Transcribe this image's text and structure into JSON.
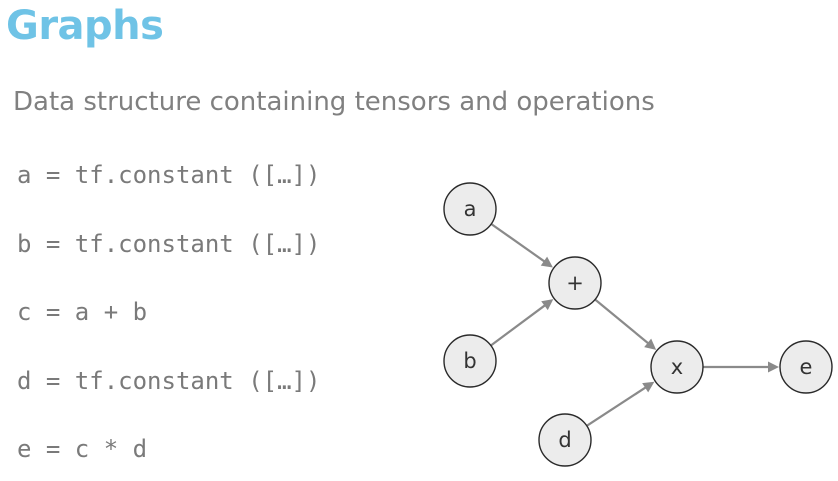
{
  "title": "Graphs",
  "subtitle": "Data structure containing tensors and operations",
  "code_lines": [
    "a = tf.constant ([…])",
    "b = tf.constant ([…])",
    "c = a + b",
    "d = tf.constant ([…])",
    "e = c * d"
  ],
  "graph": {
    "nodes": [
      {
        "id": "a",
        "label": "a"
      },
      {
        "id": "plus",
        "label": "+"
      },
      {
        "id": "b",
        "label": "b"
      },
      {
        "id": "times",
        "label": "x"
      },
      {
        "id": "e",
        "label": "e"
      },
      {
        "id": "d",
        "label": "d"
      }
    ],
    "edges": [
      {
        "from": "a",
        "to": "plus"
      },
      {
        "from": "b",
        "to": "plus"
      },
      {
        "from": "plus",
        "to": "times"
      },
      {
        "from": "d",
        "to": "times"
      },
      {
        "from": "times",
        "to": "e"
      }
    ]
  },
  "colors": {
    "title": "#6fc3e6",
    "subtitle": "#808080",
    "code": "#7a7a7a",
    "node_fill": "#ececec",
    "node_stroke": "#2a2a2a",
    "edge": "#8a8a8a"
  }
}
